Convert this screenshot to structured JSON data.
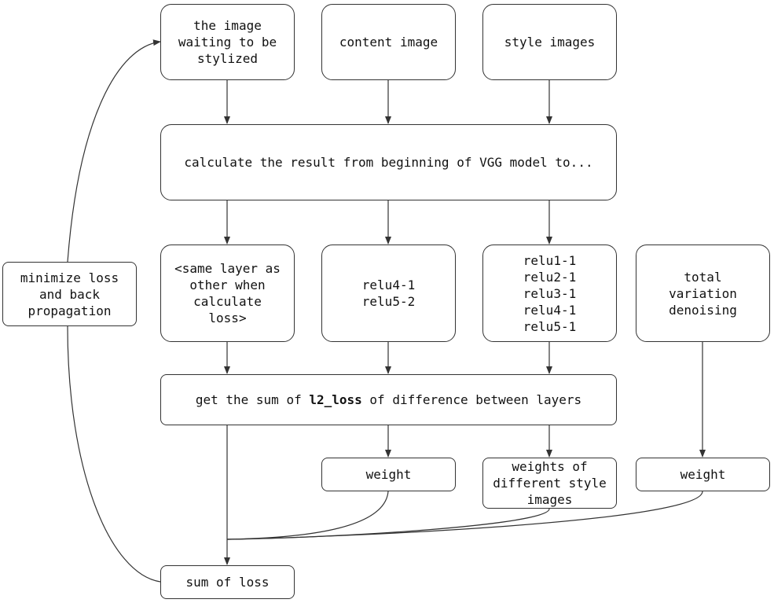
{
  "nodes": {
    "stylized_image": "the image\nwaiting to be\nstylized",
    "content_image": "content image",
    "style_images": "style images",
    "vgg_calc": "calculate the result from beginning of VGG model to...",
    "same_layer": "<same layer as\nother when\ncalculate\nloss>",
    "content_layers": "relu4-1\nrelu5-2",
    "style_layers": "relu1-1\nrelu2-1\nrelu3-1\nrelu4-1\nrelu5-1",
    "tv_denoising": "total\nvariation\ndenoising",
    "l2_sum": {
      "before": "get the sum of ",
      "bold": "l2_loss",
      "after": " of difference between layers"
    },
    "content_weight": "weight",
    "style_weights": "weights of\ndifferent style\nimages",
    "tv_weight": "weight",
    "sum_of_loss": "sum of loss",
    "minimize": "minimize loss\nand back\npropagation"
  },
  "colors": {
    "stroke": "#333333",
    "text": "#111111",
    "background": "#ffffff"
  }
}
